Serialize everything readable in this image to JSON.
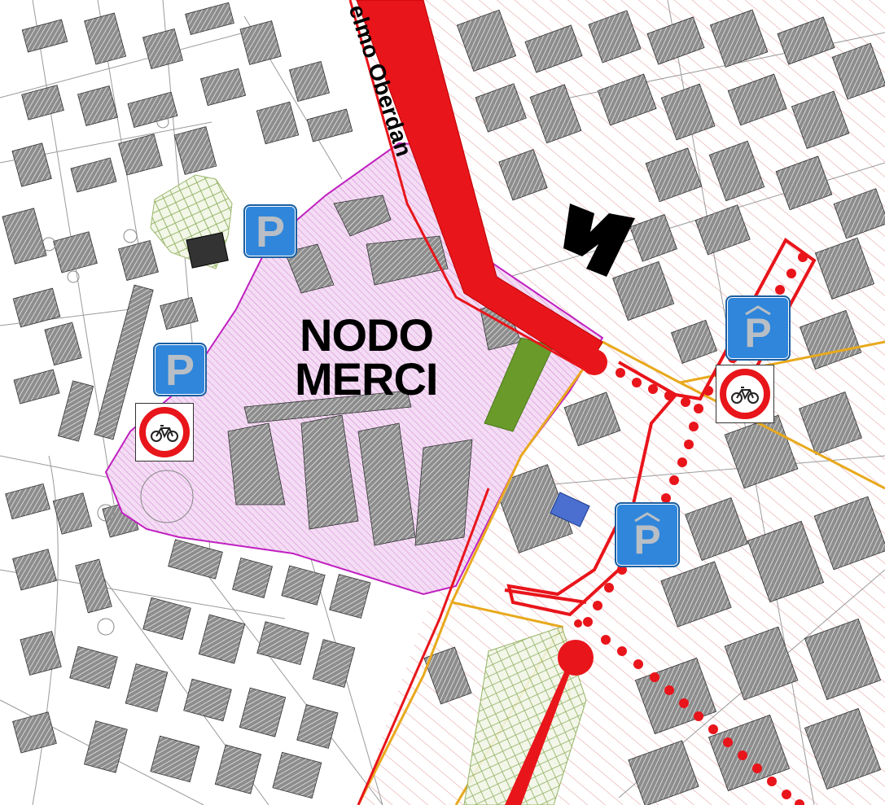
{
  "map": {
    "zone_label_line1": "NODO",
    "zone_label_line2": "MERCI",
    "street_label": "elmo Oberdan",
    "parking_letter": "P",
    "colors": {
      "zone_fill": "#f2d6f2",
      "zone_border": "#c020c0",
      "street_red": "#e8151b",
      "boundary_orange": "#e8a91d",
      "building": "#8a8a8a",
      "green_park": "#6a9a2a",
      "parking_blue": "#2f86db",
      "hatch_red": "#d98080"
    },
    "icons": [
      "parking-sign-icon",
      "covered-parking-sign-icon",
      "no-bicycle-sign-icon"
    ]
  }
}
